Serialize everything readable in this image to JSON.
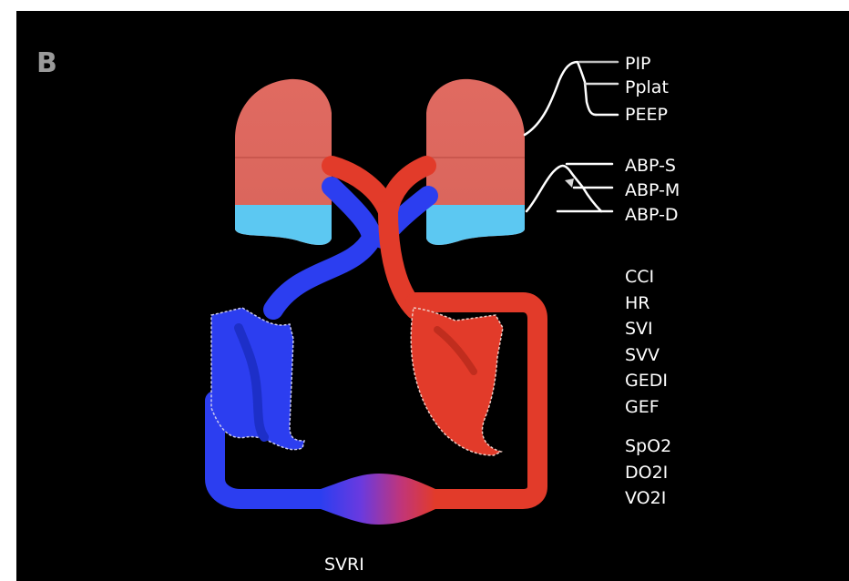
{
  "panel_label": "B",
  "ventilation_labels": [
    "PIP",
    "Pplat",
    "PEEP"
  ],
  "arterial_labels": [
    "ABP-S",
    "ABP-M",
    "ABP-D"
  ],
  "hemodynamic_labels": [
    "CCI",
    "HR",
    "SVI",
    "SVV",
    "GEDI",
    "GEF"
  ],
  "oxygen_labels": [
    "SpO2",
    "DO2I",
    "VO2I"
  ],
  "resistance_label": "SVRI",
  "colors": {
    "background": "#000000",
    "venous_blue": "#2c3ef0",
    "arterial_red": "#e23b2a",
    "lung_pink": "#e4695f",
    "lung_fluid": "#5cc8f2",
    "text": "#ffffff",
    "panel_letter": "#9a9a9a"
  }
}
